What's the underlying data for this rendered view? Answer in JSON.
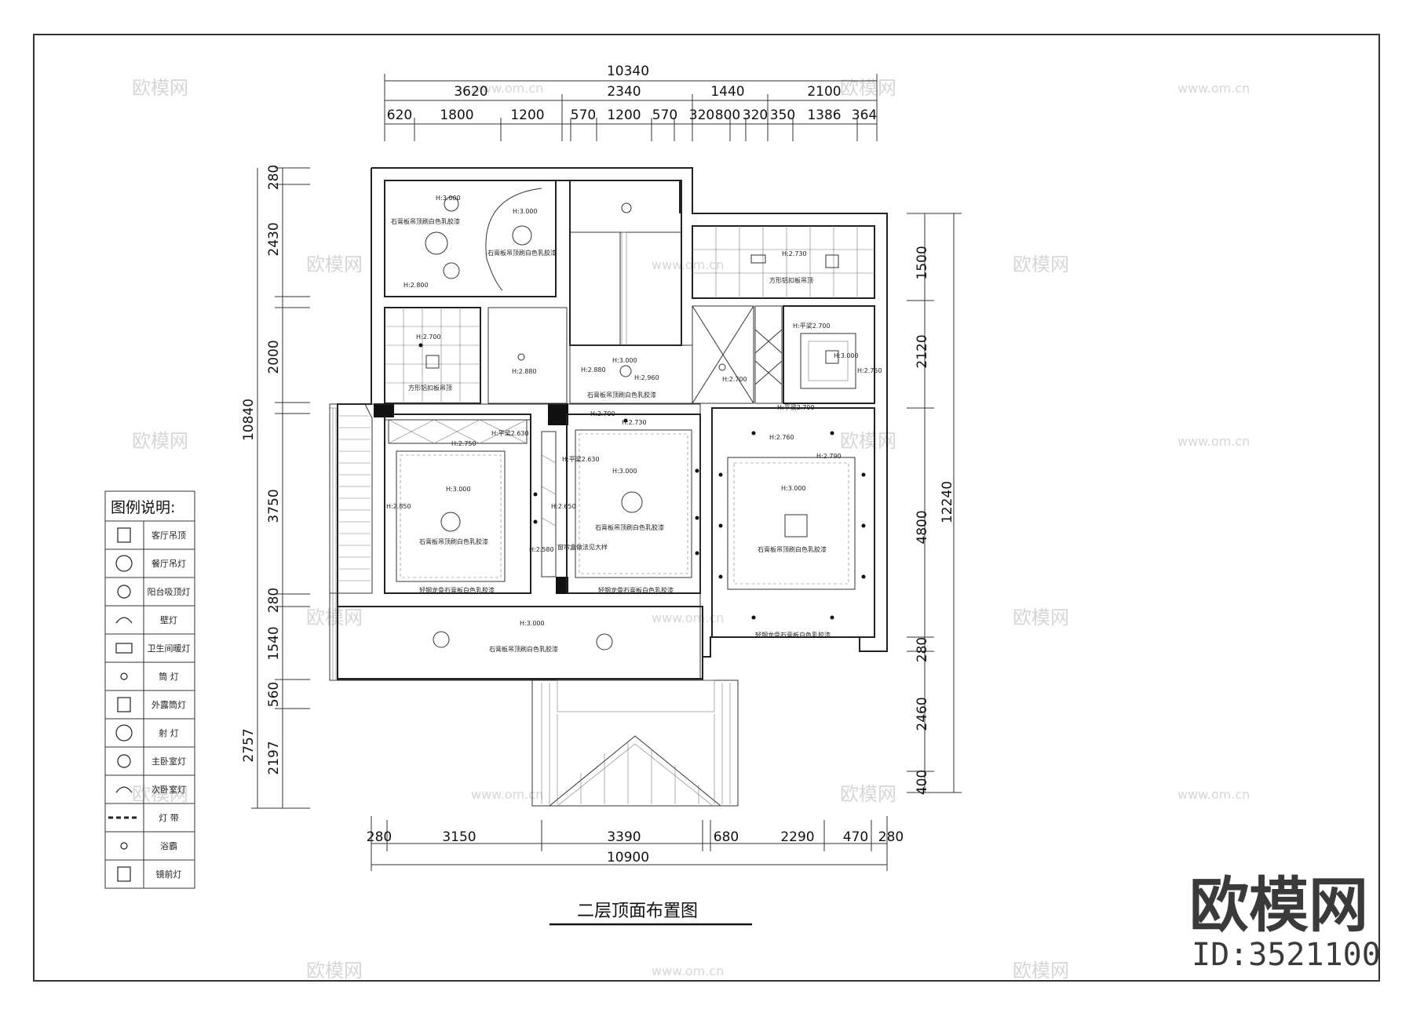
{
  "title": "二层顶面布置图",
  "brand": {
    "name": "欧模网",
    "id": "ID:3521100"
  },
  "watermarks": {
    "cn": "欧模网",
    "url": "www.om.cn"
  },
  "dimensions": {
    "top_total": "10340",
    "top_mid": [
      "3620",
      "2340",
      "1440",
      "2100"
    ],
    "top_detail": [
      "620",
      "1800",
      "1200",
      "570",
      "1200",
      "570",
      "320",
      "800",
      "320",
      "350",
      "1386",
      "364"
    ],
    "bottom_detail": [
      "280",
      "3150",
      "3390",
      "680",
      "2290",
      "470",
      "280"
    ],
    "bottom_total": "10900",
    "left_detail": [
      "280",
      "2430",
      "2000",
      "3750",
      "280",
      "1540",
      "560",
      "2197"
    ],
    "left_totals": [
      "10840",
      "2757"
    ],
    "right_detail": [
      "1500",
      "2120",
      "4800",
      "280",
      "2460",
      "400"
    ],
    "right_total": "12240"
  },
  "room_labels": {
    "h3000": "H:3.000",
    "h2800": "H:2.800",
    "h2700": "H:2.700",
    "h2880": "H:2.880",
    "h2960": "H:2.960",
    "h2730": "H:2.730",
    "h2750": "H:2.750",
    "h2850": "H:2.850",
    "h2760": "H:2.760",
    "h2790": "H:2.790",
    "h2650": "H:2.650",
    "h2580": "H:2.580",
    "beam2630": "H:平梁2.630",
    "beam2700": "H:平梁2.700",
    "gypsum": "石膏板吊顶刷白色乳胶漆",
    "gypsum2": "轻钢龙骨石膏板白色乳胶漆",
    "alu": "方形铝扣板吊顶",
    "window": "窗帘盒做法见大样"
  },
  "legend": {
    "title": "图例说明:",
    "items": [
      {
        "icon": "pendant-lamp-icon",
        "label": "客厅吊顶"
      },
      {
        "icon": "dining-lamp-icon",
        "label": "餐厅吊灯"
      },
      {
        "icon": "balcony-ceiling-lamp-icon",
        "label": "阳台吸顶灯"
      },
      {
        "icon": "wall-lamp-icon",
        "label": "壁灯"
      },
      {
        "icon": "bath-heater-icon",
        "label": "卫生间暖灯"
      },
      {
        "icon": "downlight-icon",
        "label": "筒  灯"
      },
      {
        "icon": "exposed-downlight-icon",
        "label": "外露筒灯"
      },
      {
        "icon": "spotlight-icon",
        "label": "射  灯"
      },
      {
        "icon": "bedroom-lamp-icon",
        "label": "主卧室灯"
      },
      {
        "icon": "secondary-bedroom-lamp-icon",
        "label": "次卧室灯"
      },
      {
        "icon": "light-strip-icon",
        "label": "灯  带"
      },
      {
        "icon": "bath-heater-grid-icon",
        "label": "浴霸"
      },
      {
        "icon": "mirror-lamp-icon",
        "label": "镜前灯"
      }
    ]
  }
}
